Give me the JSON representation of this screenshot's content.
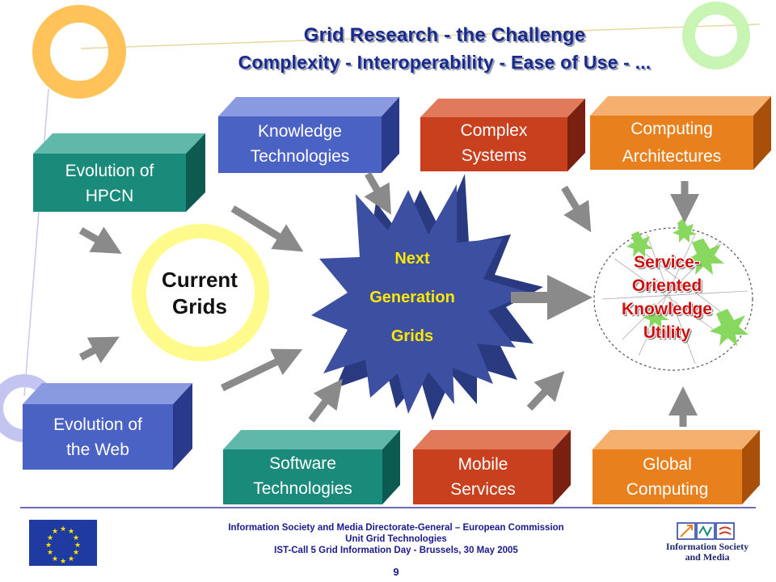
{
  "title": {
    "line1": "Grid Research  - the Challenge",
    "line2": "Complexity - Interoperability - Ease of Use - ..."
  },
  "boxes": {
    "hpcn": {
      "line1": "Evolution of",
      "line2": "HPCN",
      "color": "#1a8a7a"
    },
    "web": {
      "line1": "Evolution of",
      "line2": "the Web",
      "color": "#4a62c4"
    },
    "knowledge": {
      "line1": "Knowledge",
      "line2": "Technologies",
      "color": "#4a62c4"
    },
    "complex": {
      "line1": "Complex",
      "line2": "Systems",
      "color": "#c8401e"
    },
    "computing": {
      "line1": "Computing",
      "line2": "Architectures",
      "color": "#e8801e"
    },
    "software": {
      "line1": "Software",
      "line2": "Technologies",
      "color": "#1a8a7a"
    },
    "mobile": {
      "line1": "Mobile",
      "line2": "Services",
      "color": "#c8401e"
    },
    "global": {
      "line1": "Global",
      "line2": "Computing",
      "color": "#e8801e"
    }
  },
  "current_grids": {
    "line1": "Current",
    "line2": "Grids"
  },
  "next_generation": {
    "line1": "Next",
    "line2": "Generation",
    "line3": "Grids"
  },
  "service_utility": {
    "line1": "Service-",
    "line2": "Oriented",
    "line3": "Knowledge",
    "line4": "Utility"
  },
  "footer": {
    "line1": "Information Society and Media Directorate-General  – European Commission",
    "line2": "Unit Grid Technologies",
    "line3": "IST-Call 5 Grid Information Day - Brussels, 30 May 2005",
    "page": "9"
  },
  "logos": {
    "eu_flag": "eu-flag",
    "ism_logo_text_1": "Information Society",
    "ism_logo_text_2": "and Media"
  },
  "colors": {
    "title": "#1a2a8a",
    "star": "#3c4fa0",
    "star_text": "#ffe800",
    "ring_yellow": "#fffa8c",
    "deco_orange": "#ffc35a",
    "deco_green": "#c8f5b4",
    "deco_lavender": "#c4c4f0",
    "arrow": "#8a8a8a"
  }
}
